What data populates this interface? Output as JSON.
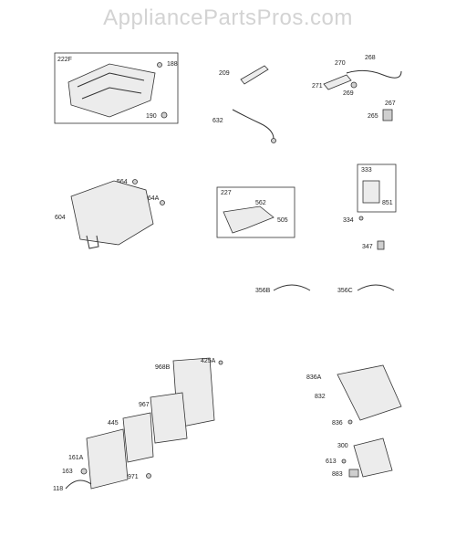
{
  "watermark": "AppliancePartsPros.com",
  "labels": {
    "p222F": "222F",
    "p188": "188",
    "p190": "190",
    "p209": "209",
    "p632": "632",
    "p270": "270",
    "p268": "268",
    "p271": "271",
    "p269": "269",
    "p267": "267",
    "p265": "265",
    "p564": "564",
    "p564A": "564A",
    "p604": "604",
    "p227": "227",
    "p562": "562",
    "p505": "505",
    "p333": "333",
    "p851": "851",
    "p334": "334",
    "p347": "347",
    "p356B": "356B",
    "p356C": "356C",
    "p968B": "968B",
    "p425A": "425A",
    "p967": "967",
    "p445": "445",
    "p161A": "161A",
    "p163": "163",
    "p118": "118",
    "p971": "971",
    "p836A": "836A",
    "p832": "832",
    "p836": "836",
    "p300": "300",
    "p613": "613",
    "p883": "883"
  },
  "colors": {
    "ink": "#333333",
    "watermark": "#d3d3d3",
    "part_fill": "#ececec"
  }
}
